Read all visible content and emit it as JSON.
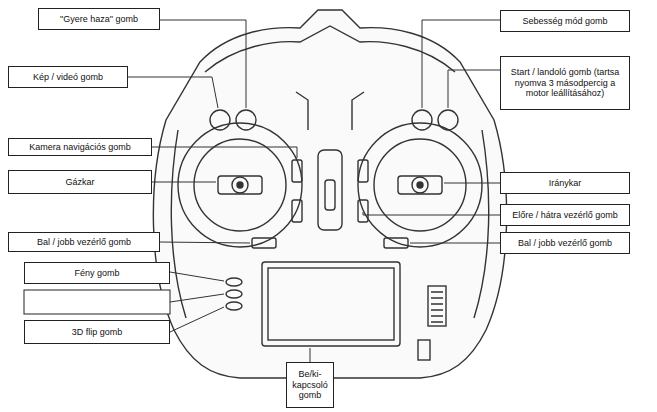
{
  "diagram": {
    "nodes": [
      {
        "text": [
          "\"Gyere haza\" gomb"
        ]
      },
      {
        "text": [
          "Kép / videó gomb"
        ]
      },
      {
        "text": [
          "Kamera navigációs gomb"
        ]
      },
      {
        "text": [
          "Gázkar"
        ]
      },
      {
        "text": [
          "Bal / jobb vezérlő gomb"
        ]
      },
      {
        "text": [
          "Fény gomb"
        ]
      },
      {
        "text": [
          "3D flip gomb"
        ]
      },
      {
        "text": [
          "Sebesség mód gomb"
        ]
      },
      {
        "text": [
          "Start / landoló gomb (tartsa nyomva 3 másodpercig a motor leállításához)"
        ]
      },
      {
        "text": [
          "Iránykar"
        ]
      },
      {
        "text": [
          "Előre / hátra vezérlő gomb"
        ]
      },
      {
        "text": [
          "Bal / jobb vezérlő gomb"
        ]
      },
      {
        "text": [
          "Be/ki- kapcsoló gomb"
        ]
      }
    ]
  }
}
